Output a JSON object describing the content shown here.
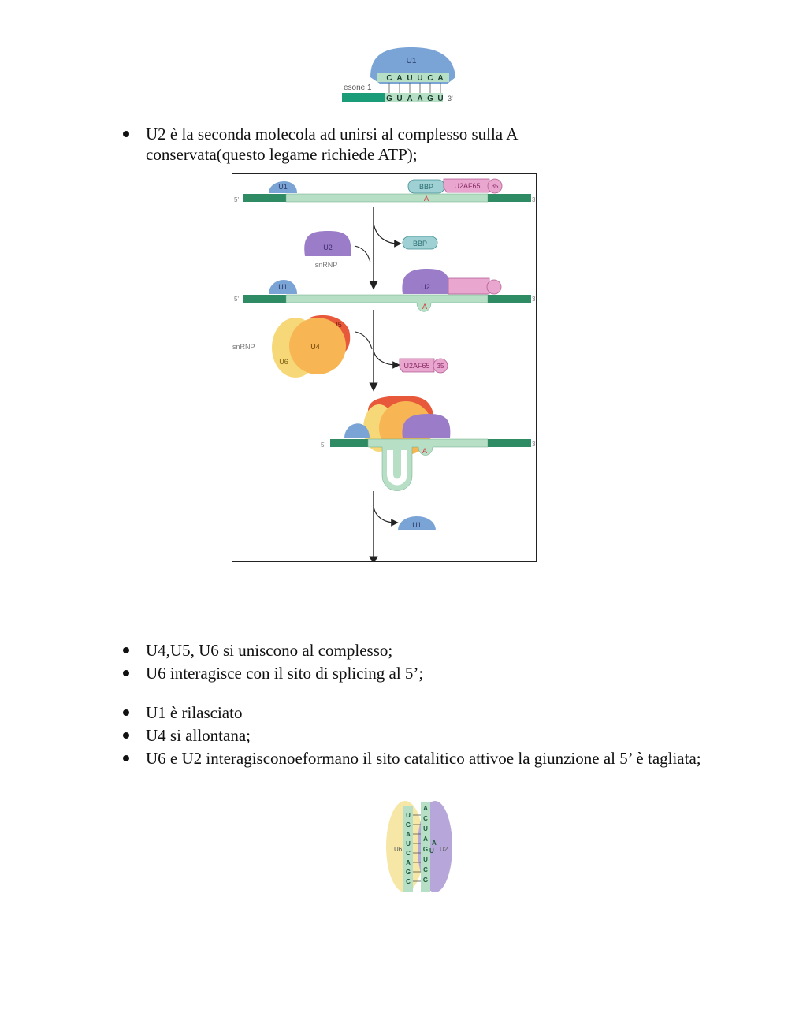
{
  "colors": {
    "exon_dark": "#2e8b64",
    "intron_light": "#b7dfc6",
    "u1_blue": "#7aa3d6",
    "u2_purple": "#9b7cc9",
    "u5_red": "#e8593b",
    "u4_orange": "#f7b653",
    "u6_yellow": "#f7d879",
    "u2af_pink": "#e9a7cf",
    "bbp_teal": "#9fd1d4",
    "branch_red": "#d8323a"
  },
  "fig1": {
    "u1_label": "U1",
    "top_seq": [
      "C",
      "A",
      "U",
      "U",
      "C",
      "A"
    ],
    "bottom_seq": [
      "G",
      "U",
      "A",
      "A",
      "G",
      "U"
    ],
    "exon_label": "esone 1",
    "three_prime": "3'"
  },
  "bullets1": [
    "U2 è la seconda molecola ad unirsi al complesso sulla A conservata(questo legame richiede ATP);"
  ],
  "fig2": {
    "five_prime": "5'",
    "three_prime": "3'",
    "u1": "U1",
    "bbp": "BBP",
    "u2af65": "U2AF65",
    "u2af35": "35",
    "branch_a": "A",
    "u2": "U2",
    "snrnp": "snRNP",
    "u5": "U5",
    "u4": "U4",
    "u6": "U6"
  },
  "bullets2": [
    "U4,U5, U6 si uniscono al complesso;",
    "U6 interagisce con il sito di splicing al 5’;"
  ],
  "bullets3": [
    "U1 è rilasciato",
    "U4 si allontana;",
    "U6 e U2 interagisconoeformano il sito catalitico attivoe la giunzione al 5’ è tagliata;"
  ],
  "fig3": {
    "u6": "U6",
    "u2": "U2",
    "u6_seq": [
      "U",
      "G",
      "A",
      "U",
      "C",
      "A",
      "G",
      "C"
    ],
    "u2_seq": [
      "A",
      "C",
      "U",
      "A",
      "G",
      "U",
      "C",
      "G"
    ],
    "bulge": [
      "A",
      "U"
    ]
  }
}
